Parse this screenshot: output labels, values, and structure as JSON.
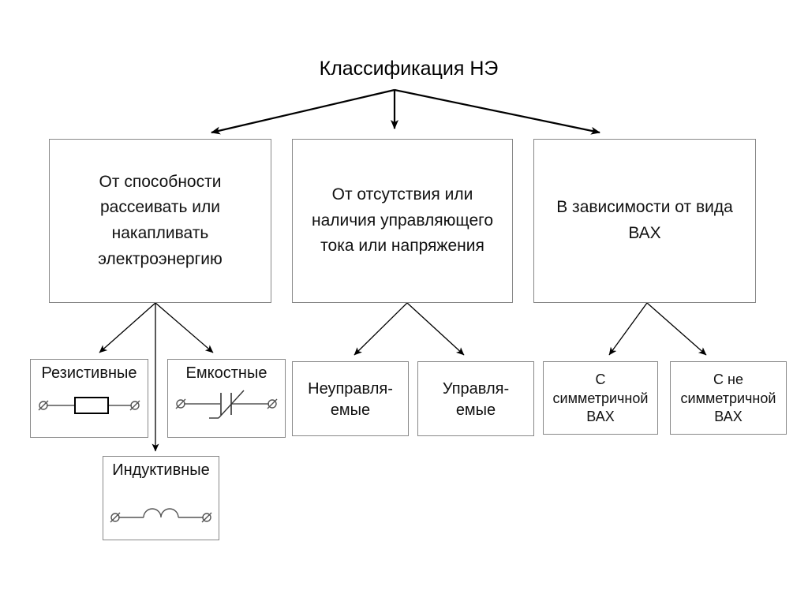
{
  "diagram": {
    "title": "Классификация НЭ",
    "root_label": "Классификация НЭ",
    "categories": [
      {
        "id": "cat-energy",
        "label": "От способности\nрассеивать или\nнакапливать\nэлектроэнергию"
      },
      {
        "id": "cat-control",
        "label": "От отсутствия или\nналичия управляющего\nтока или напряжения"
      },
      {
        "id": "cat-vax",
        "label": "В зависимости от вида\nВАХ"
      }
    ],
    "leaves": [
      {
        "id": "leaf-resistive",
        "label": "Резистивные",
        "symbol": "resistor-symbol"
      },
      {
        "id": "leaf-capacitive",
        "label": "Емкостные",
        "symbol": "variable-capacitor-symbol"
      },
      {
        "id": "leaf-inductive",
        "label": "Индуктивные",
        "symbol": "inductor-symbol"
      },
      {
        "id": "leaf-uncontrolled",
        "label": "Неуправля-\nемые",
        "symbol": ""
      },
      {
        "id": "leaf-controlled",
        "label": "Управля-\nемые",
        "symbol": ""
      },
      {
        "id": "leaf-symmetric",
        "label": "С\nсимметричной\nВАХ",
        "symbol": ""
      },
      {
        "id": "leaf-asymmetric",
        "label": "С не\nсимметричной\nВАХ",
        "symbol": ""
      }
    ],
    "colors": {
      "background": "#ffffff",
      "box_border": "#888888",
      "text": "#000000",
      "connector": "#000000",
      "symbol_line": "#555555"
    }
  }
}
